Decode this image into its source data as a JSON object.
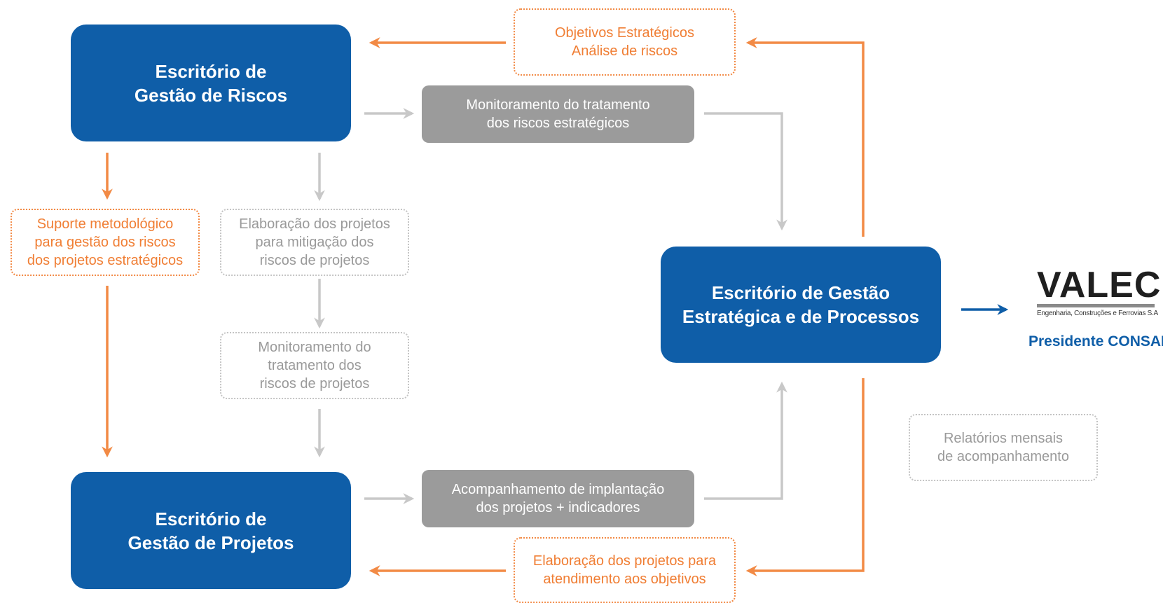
{
  "nodes": {
    "risk_office": [
      "Escritório de",
      "Gestão de Riscos"
    ],
    "project_office": [
      "Escritório de",
      "Gestão de Projetos"
    ],
    "strategic_office": [
      "Escritório de Gestão",
      "Estratégica e de Processos"
    ],
    "strategic_objectives": [
      "Objetivos Estratégicos",
      "Análise de riscos"
    ],
    "monitor_strategic_risks": [
      "Monitoramento do tratamento",
      "dos riscos estratégicos"
    ],
    "methodological_support": [
      "Suporte metodológico",
      "para gestão dos riscos",
      "dos projetos estratégicos"
    ],
    "mitigation_projects": [
      "Elaboração dos projetos",
      "para mitigação dos",
      "riscos de projetos"
    ],
    "monitor_project_risks": [
      "Monitoramento do",
      "tratamento dos",
      "riscos de projetos"
    ],
    "implementation_tracking": [
      "Acompanhamento de implantação",
      "dos projetos + indicadores"
    ],
    "projects_for_objectives": [
      "Elaboração dos projetos para",
      "atendimento aos objetivos"
    ],
    "monthly_reports": [
      "Relatórios mensais",
      "de acompanhamento"
    ]
  },
  "logo": {
    "word": "VALEC",
    "subtitle": "Engenharia, Construções e Ferrovias S.A"
  },
  "president_label": "Presidente CONSAD",
  "colors": {
    "blue": "#0f5ea8",
    "orange": "#f28a45",
    "gray_box": "#9b9b9b",
    "gray_arrow": "#c8c8c8"
  }
}
